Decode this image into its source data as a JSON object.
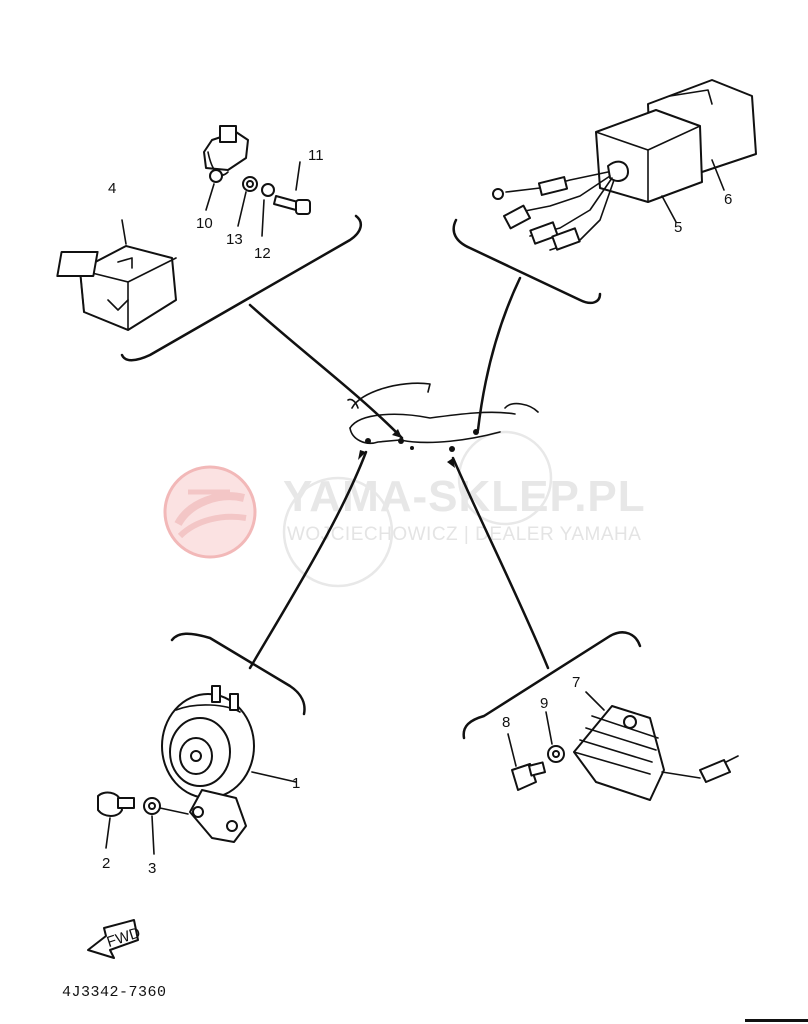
{
  "watermark": {
    "title": "YAMA-SKLEP.PL",
    "subtitle": "WOJCIECHOWICZ | DEALER YAMAHA"
  },
  "diagram_code": "4J3342-7360",
  "fwd_label": "FWD",
  "callouts": {
    "p1": "1",
    "p2": "2",
    "p3": "3",
    "p4": "4",
    "p5": "5",
    "p6": "6",
    "p7": "7",
    "p8": "8",
    "p9": "9",
    "p10": "10",
    "p11": "11",
    "p12": "12",
    "p13": "13"
  },
  "parts": {
    "p1": "horn",
    "p2": "bolt",
    "p3": "washer",
    "p4": "flasher relay",
    "p5": "relay",
    "p6": "relay cover",
    "p7": "rectifier / regulator",
    "p8": "bolt",
    "p9": "washer",
    "p10": "relay bracket",
    "p11": "screw",
    "p12": "spring washer",
    "p13": "washer"
  }
}
